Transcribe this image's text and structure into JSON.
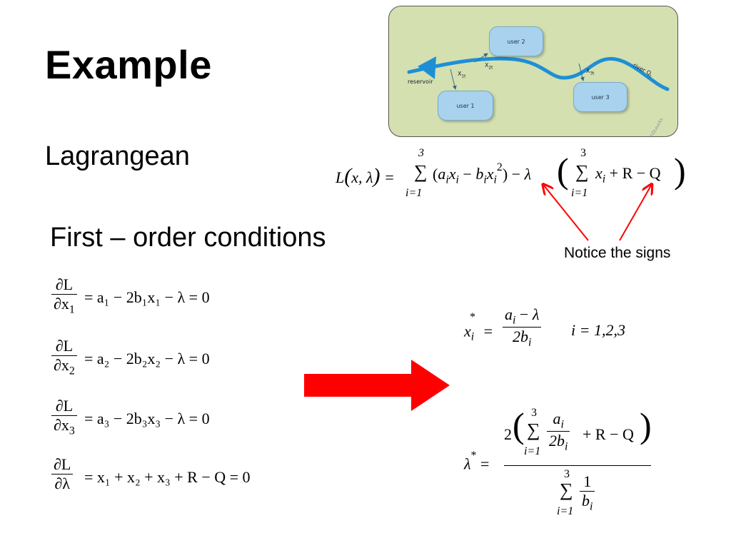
{
  "slide": {
    "title": "Example",
    "subtitle_lagrangean": "Lagrangean",
    "subtitle_foc": "First – order conditions",
    "note": "Notice the signs"
  },
  "diagram": {
    "user1": "user 1",
    "user2": "user 2",
    "user3": "user 3",
    "reservoir": "reservoir",
    "river": "river Q",
    "river_sub": "t",
    "x1": "X",
    "x1_sub": "1t",
    "x2": "X",
    "x2_sub": "2t",
    "x3": "X",
    "x3_sub": "3t",
    "watermark": "©DLoucks"
  },
  "lagrangean": {
    "lhs": "L",
    "x": "x",
    "lambda": "λ",
    "sum_top_1": "3",
    "sum_bot_1": "i=1",
    "body_1": "(a",
    "sum_top_2": "3",
    "sum_bot_2": "i=1",
    "tail": "+ R − Q"
  },
  "foc": [
    {
      "num": "∂L",
      "den": "∂x",
      "den_sub": "1",
      "rhs": "= a₁ − 2b₁x₁ − λ = 0"
    },
    {
      "num": "∂L",
      "den": "∂x",
      "den_sub": "2",
      "rhs": "= a₂ − 2b₂x₂ − λ = 0"
    },
    {
      "num": "∂L",
      "den": "∂x",
      "den_sub": "3",
      "rhs": "= a₃ − 2b₃x₃ − λ = 0"
    },
    {
      "num": "∂L",
      "den": "∂λ",
      "den_sub": "",
      "rhs": "= x₁ + x₂ + x₃ + R − Q = 0"
    }
  ],
  "solution": {
    "xstar_lhs": "x",
    "xstar_num": "a",
    "xstar_den": "2b",
    "xstar_range": "i = 1,2,3",
    "lambda_lhs": "λ",
    "lam_sum_top": "3",
    "lam_sum_bot": "i=1",
    "lam_inner_num": "a",
    "lam_inner_den": "2b",
    "lam_tail": "+ R − Q",
    "lam_den_sum_top": "3",
    "lam_den_sum_bot": "i=1",
    "lam_den_num": "1",
    "lam_den_den": "b"
  },
  "colors": {
    "arrow_red": "#ff0000",
    "diagram_bg": "#d4e0b0",
    "river_blue": "#1e8fd5",
    "user_box": "#a8d2ee"
  }
}
